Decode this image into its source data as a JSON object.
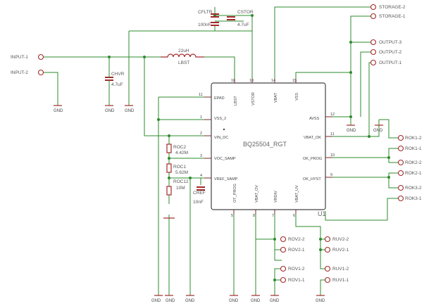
{
  "chip": {
    "name": "BQ25504_RGT",
    "ref": "U1",
    "pins_left": [
      {
        "num": "11",
        "label": "EPAD"
      },
      {
        "num": "1",
        "label": "VSS_2"
      },
      {
        "num": "2",
        "label": "VIN_DC"
      },
      {
        "num": "3",
        "label": "VOC_SAMP"
      },
      {
        "num": "4",
        "label": "VREF_SAMP"
      }
    ],
    "pins_top": [
      {
        "num": "16",
        "label": "LBST"
      },
      {
        "num": "10",
        "label": "VSTOR"
      },
      {
        "num": "14",
        "label": "VBAT"
      },
      {
        "num": "15",
        "label": "VSS"
      }
    ],
    "pins_right": [
      {
        "num": "12",
        "label": "AVSS"
      },
      {
        "num": "11",
        "label": "VBAT_OK"
      },
      {
        "num": "10",
        "label": "OK_PROG"
      },
      {
        "num": "9",
        "label": "OK_HYST"
      }
    ],
    "pins_bottom": [
      {
        "num": "5",
        "label": "OT_PROG"
      },
      {
        "num": "8",
        "label": "VBAT_OV"
      },
      {
        "num": "7",
        "label": "VRDIV"
      },
      {
        "num": "6",
        "label": "VBAT_UV"
      }
    ]
  },
  "components": {
    "cfltr": {
      "name": "CFLTR",
      "value": "100nF"
    },
    "cstor": {
      "name": "CSTOR",
      "value": "4.7uF"
    },
    "chvr": {
      "name": "CHVR",
      "value": "4.7uF"
    },
    "lbst": {
      "name": "LBST",
      "value": "22uH"
    },
    "roc2": {
      "name": "ROC2",
      "value": "4.42M"
    },
    "roc1": {
      "name": "ROC1",
      "value": "5.62M"
    },
    "roc12": {
      "name": "ROC12",
      "value": "10M"
    },
    "cref": {
      "name": "CREF",
      "value": "10nF"
    }
  },
  "ports_left": [
    "INPUT-1",
    "INPUT-2"
  ],
  "ports_right": [
    "STORAGE-2",
    "STORAGE-1",
    "OUTPUT-3",
    "OUTPUT-2",
    "OUTPUT-1"
  ],
  "ports_rok": [
    "ROK1-2",
    "ROK1-1",
    "ROK2-2",
    "ROK2-1",
    "ROK3-2",
    "ROK3-1"
  ],
  "ports_rov": [
    "ROV2-2",
    "ROV2-1",
    "ROV1-2",
    "ROV1-1"
  ],
  "ports_ruv": [
    "RUV2-2",
    "RUV2-1",
    "RUV1-2",
    "RUV1-1"
  ],
  "ground_label": "GND",
  "colors": {
    "wire": "#2e8b2e",
    "component": "#a32a2a",
    "body": "#444444"
  }
}
